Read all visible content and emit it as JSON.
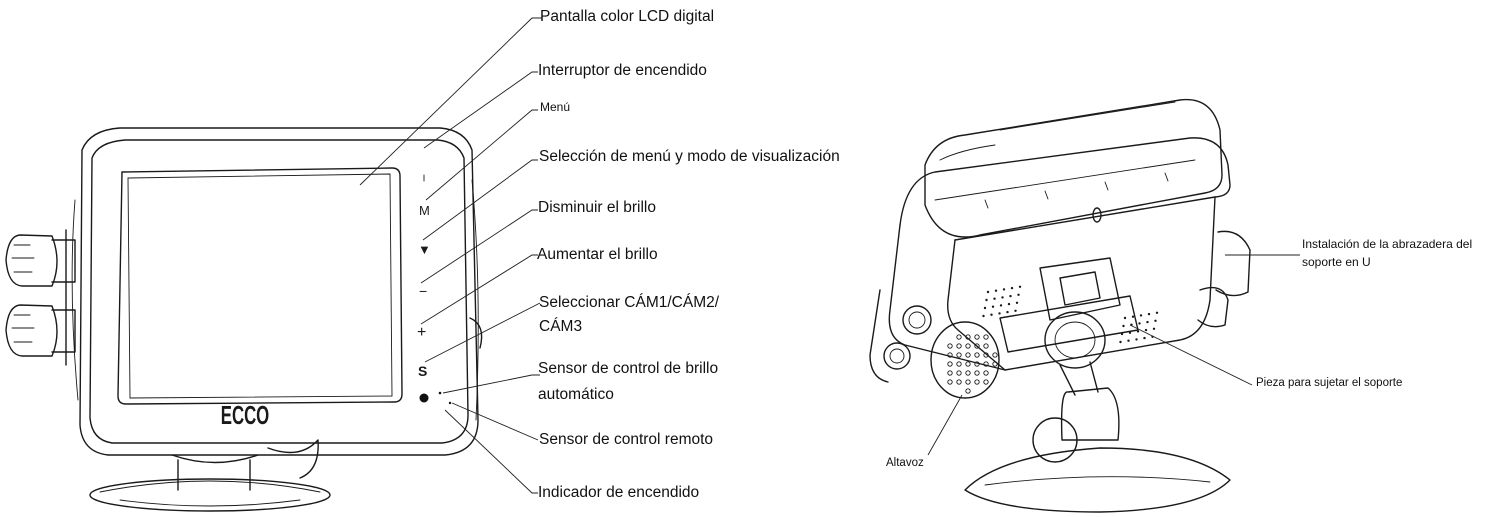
{
  "front": {
    "logo": "ECCO",
    "button_glyphs": {
      "menu": "M",
      "down": "▼",
      "minus": "−",
      "plus": "+",
      "select": "S"
    },
    "callouts": [
      {
        "id": "lcd",
        "text": "Pantalla color LCD digital"
      },
      {
        "id": "power",
        "text": "Interruptor de encendido"
      },
      {
        "id": "menu",
        "text": "Menú"
      },
      {
        "id": "mode",
        "text": "Selección de menú y modo de visualización"
      },
      {
        "id": "bright-down",
        "text": "Disminuir el brillo"
      },
      {
        "id": "bright-up",
        "text": "Aumentar el brillo"
      },
      {
        "id": "cam-select",
        "lines": [
          "Seleccionar CÁM1/CÁM2/",
          "CÁM3"
        ]
      },
      {
        "id": "auto-bright",
        "lines": [
          "Sensor de control de brillo",
          "automático"
        ]
      },
      {
        "id": "remote",
        "text": "Sensor de control remoto"
      },
      {
        "id": "power-led",
        "text": "Indicador de encendido"
      }
    ]
  },
  "back": {
    "callouts": [
      {
        "id": "u-bracket",
        "lines": [
          "Instalación de la abrazadera del",
          "soporte en U"
        ]
      },
      {
        "id": "holder",
        "text": "Pieza para sujetar el soporte"
      },
      {
        "id": "speaker",
        "text": "Altavoz"
      }
    ]
  }
}
